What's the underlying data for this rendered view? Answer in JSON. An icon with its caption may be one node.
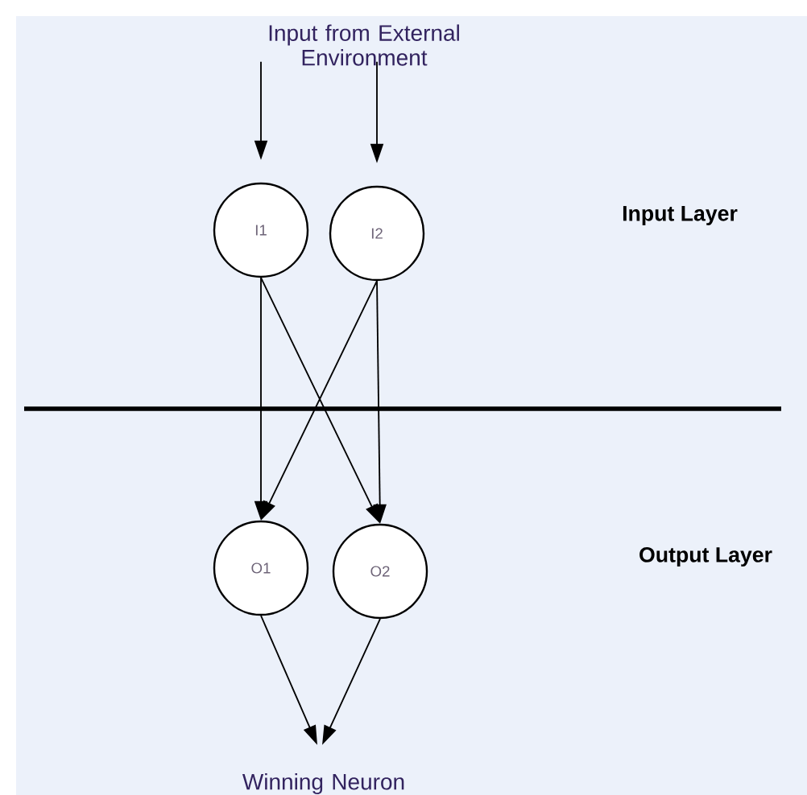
{
  "diagram": {
    "nodes": [
      {
        "text": [
          "Input from External Environment"
        ]
      },
      {
        "text": [
          "I1"
        ]
      },
      {
        "text": [
          "I2"
        ]
      },
      {
        "text": [
          "O1"
        ]
      },
      {
        "text": [
          "O2"
        ]
      },
      {
        "text": [
          "Winning Neuron"
        ]
      }
    ],
    "edges": [
      {
        "from": 0,
        "to": 1,
        "arrow": "to"
      },
      {
        "from": 0,
        "to": 2,
        "arrow": "to"
      },
      {
        "from": 1,
        "to": 3,
        "arrow": "to"
      },
      {
        "from": 1,
        "to": 4,
        "arrow": "to"
      },
      {
        "from": 2,
        "to": 3,
        "arrow": "to"
      },
      {
        "from": 2,
        "to": 4,
        "arrow": "to"
      },
      {
        "from": 3,
        "to": 5,
        "arrow": "to"
      },
      {
        "from": 4,
        "to": 5,
        "arrow": "to"
      }
    ],
    "labels": [
      "Input Layer",
      "Output Layer"
    ]
  }
}
